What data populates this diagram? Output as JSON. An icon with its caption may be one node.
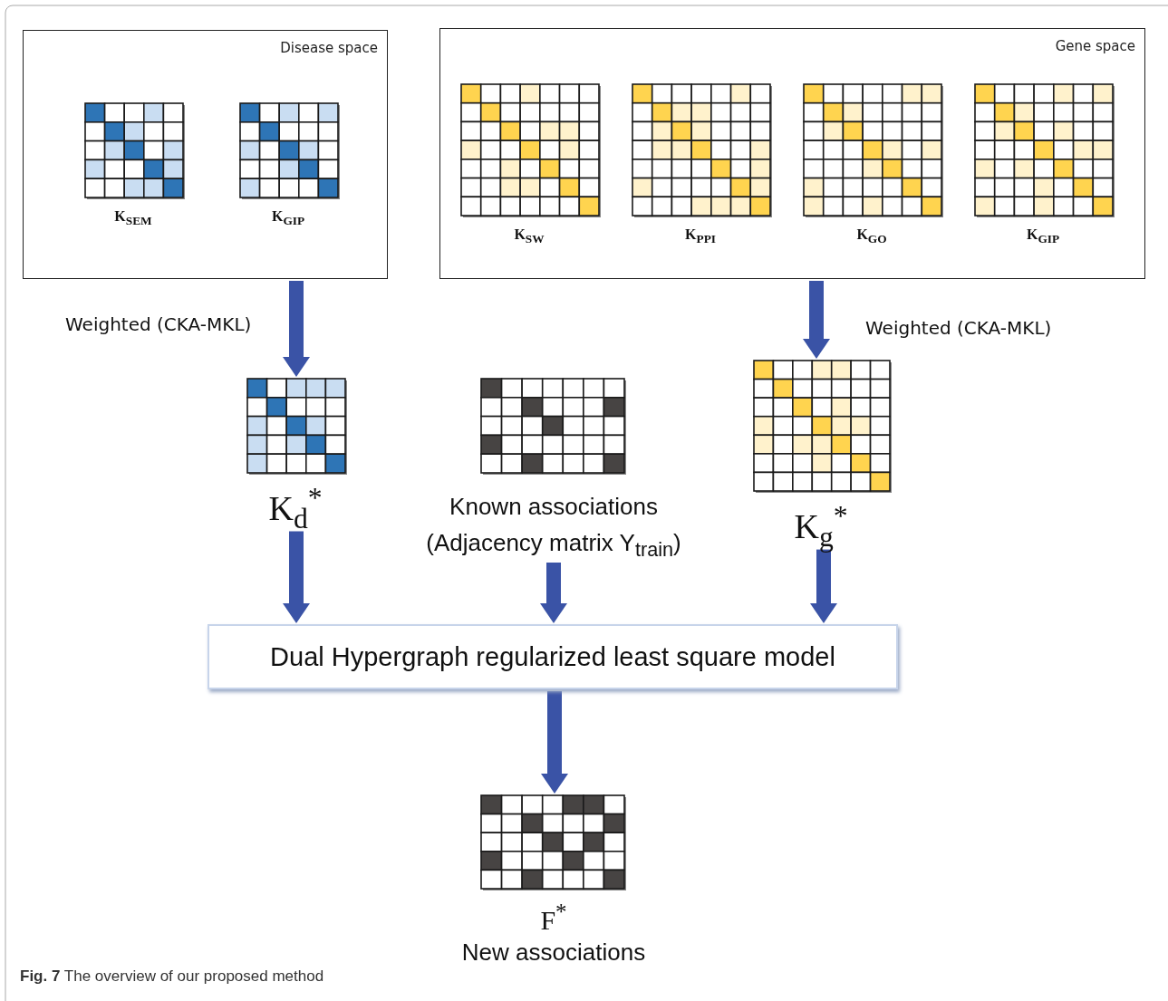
{
  "diagram": {
    "caption": "**Fig. 7** The overview of our proposed method",
    "nodes": [
      {
        "text": [
          "Disease space"
        ]
      },
      {
        "text": [
          "K$_{SEM}$"
        ],
        "in": 0
      },
      {
        "text": [
          "K$_{GIP}$"
        ],
        "in": 0
      },
      {
        "text": [
          "Gene space"
        ]
      },
      {
        "text": [
          "K$_{SW}$"
        ],
        "in": 3
      },
      {
        "text": [
          "K$_{PPI}$"
        ],
        "in": 3
      },
      {
        "text": [
          "K$_{GO}$"
        ],
        "in": 3
      },
      {
        "text": [
          "K$_{GIP}$"
        ],
        "in": 3
      },
      {
        "text": [
          "K$_{d}$$^{*}$"
        ]
      },
      {
        "text": [
          "Known associations (Adjacency matrix Y$_{train}$)"
        ]
      },
      {
        "text": [
          "K$_{g}$$^{*}$"
        ]
      },
      {
        "text": [
          "Dual Hypergraph regularized least square model"
        ]
      },
      {
        "text": [
          "F$^{*}$",
          "New associations"
        ]
      }
    ],
    "edges": [
      {
        "from": 0,
        "to": 8,
        "arrow": "to",
        "label": "Weighted (CKA-MKL)"
      },
      {
        "from": 3,
        "to": 10,
        "arrow": "to",
        "label": "Weighted (CKA-MKL)"
      },
      {
        "from": 8,
        "to": 11,
        "arrow": "to"
      },
      {
        "from": 9,
        "to": 11,
        "arrow": "to"
      },
      {
        "from": 10,
        "to": 11,
        "arrow": "to"
      },
      {
        "from": 11,
        "to": 12,
        "arrow": "to"
      }
    ]
  }
}
